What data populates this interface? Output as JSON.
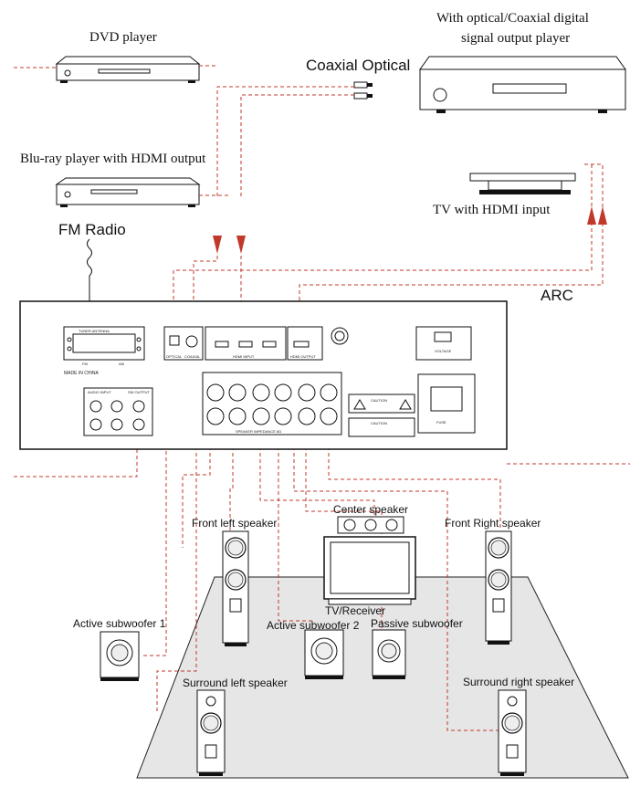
{
  "sources": {
    "dvd_label": "DVD player",
    "digital_label_line1": "With optical/Coaxial digital",
    "digital_label_line2": "signal output player",
    "coax_optical_label": "Coaxial Optical",
    "bluray_label": "Blu-ray player with HDMI output",
    "tv_label": "TV with HDMI input",
    "fm_label": "FM Radio",
    "arc_label": "ARC"
  },
  "panel": {
    "made_in": "MADE IN CHINA",
    "tuner": "TUNER ANTENNA",
    "fm": "FM",
    "am": "AM",
    "optical": "OPTICAL",
    "coaxial": "COAXIAL",
    "hdmi_input": "HDMI INPUT",
    "hdmi_output": "HDMI OUTPUT",
    "audio_input": "AUDIO INPUT",
    "sw_output": "SW OUTPUT",
    "speaker_impedance": "SPEAKER IMPEDANCE 8Ω",
    "caution": "CAUTION",
    "voltage": "VOLTAGE",
    "fuse": "FUSE"
  },
  "speakers": {
    "center": "Center speaker",
    "front_left": "Front left speaker",
    "front_right": "Front Right speaker",
    "tv_receiver": "TV/Receiver",
    "active_sub1": "Active subwoofer 1",
    "active_sub2": "Active subwoofer 2",
    "passive_sub": "Passive subwoofer",
    "surround_left": "Surround left speaker",
    "surround_right": "Surround right speaker"
  },
  "colors": {
    "cable": "#c0392b",
    "line": "#111111",
    "floor": "#e6e6e6"
  }
}
